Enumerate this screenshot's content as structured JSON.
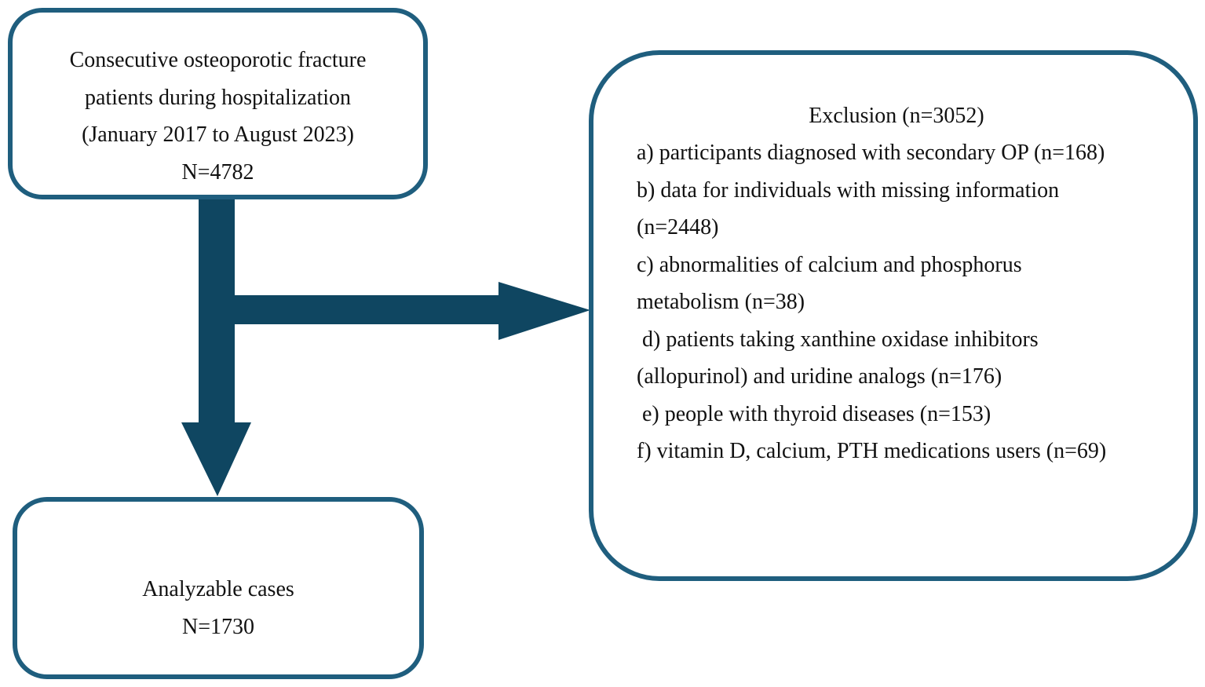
{
  "top_box": {
    "line1": "Consecutive osteoporotic fracture",
    "line2": "patients during hospitalization",
    "line3": "(January 2017 to August 2023)",
    "line4": "N=4782"
  },
  "exclusion_box": {
    "title": "Exclusion (n=3052)",
    "lines": [
      "a) participants diagnosed with secondary OP (n=168)",
      "b) data for individuals with missing information",
      "(n=2448)",
      "c) abnormalities of calcium and phosphorus",
      "metabolism (n=38)",
      " d) patients taking xanthine oxidase inhibitors",
      "(allopurinol) and uridine analogs (n=176)",
      " e) people with thyroid diseases (n=153)",
      "f) vitamin D, calcium, PTH medications users (n=69)"
    ]
  },
  "bottom_box": {
    "line1": "Analyzable cases",
    "line2": "N=1730"
  },
  "colors": {
    "box_border": "#1f5e7e",
    "arrow_fill": "#0f4661"
  }
}
